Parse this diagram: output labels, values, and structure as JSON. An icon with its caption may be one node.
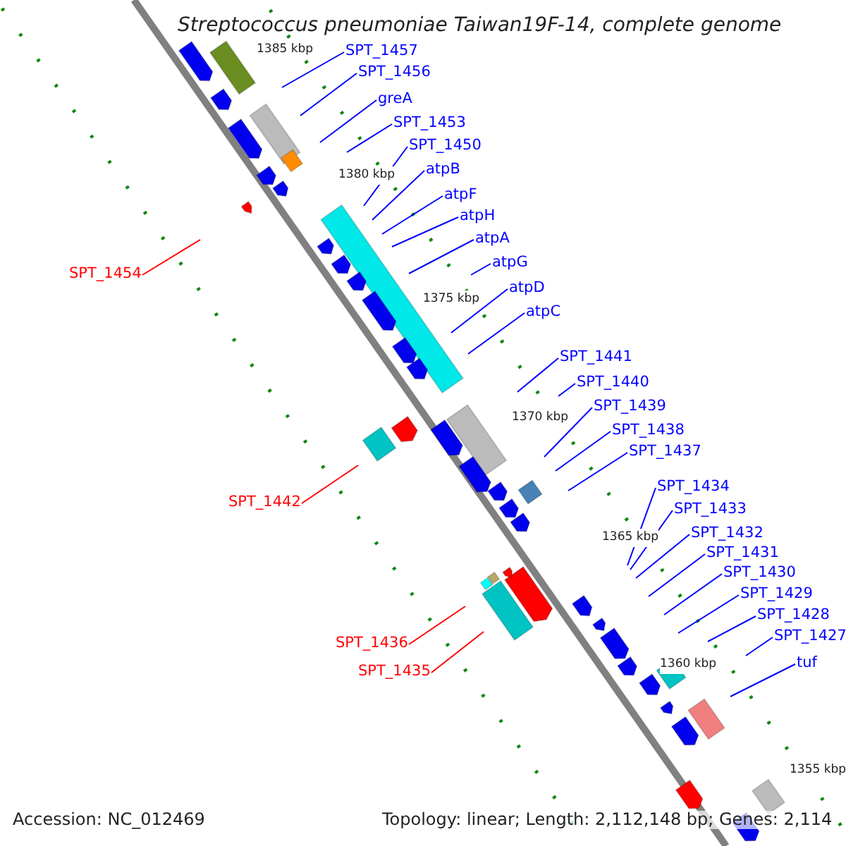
{
  "diagram": {
    "title": "Streptococcus pneumoniae Taiwan19F-14, complete genome",
    "nodes": [
      {
        "text": [
          "SPT_1457"
        ]
      },
      {
        "text": [
          "SPT_1456"
        ]
      },
      {
        "text": [
          "greA"
        ]
      },
      {
        "text": [
          "SPT_1453"
        ]
      },
      {
        "text": [
          "SPT_1450"
        ]
      },
      {
        "text": [
          "atpB"
        ]
      },
      {
        "text": [
          "atpF"
        ]
      },
      {
        "text": [
          "atpH"
        ]
      },
      {
        "text": [
          "atpA"
        ]
      },
      {
        "text": [
          "atpG"
        ]
      },
      {
        "text": [
          "SPT_1454"
        ]
      },
      {
        "text": [
          "atpD"
        ]
      },
      {
        "text": [
          "atpC"
        ]
      },
      {
        "text": [
          "SPT_1441"
        ]
      },
      {
        "text": [
          "SPT_1440"
        ]
      },
      {
        "text": [
          "SPT_1439"
        ]
      },
      {
        "text": [
          "SPT_1438"
        ]
      },
      {
        "text": [
          "SPT_1437"
        ]
      },
      {
        "text": [
          "SPT_1434"
        ]
      },
      {
        "text": [
          "SPT_1442"
        ]
      },
      {
        "text": [
          "SPT_1433"
        ]
      },
      {
        "text": [
          "SPT_1432"
        ]
      },
      {
        "text": [
          "SPT_1431"
        ]
      },
      {
        "text": [
          "SPT_1430"
        ]
      },
      {
        "text": [
          "SPT_1429"
        ]
      },
      {
        "text": [
          "SPT_1428"
        ]
      },
      {
        "text": [
          "SPT_1427"
        ]
      },
      {
        "text": [
          "SPT_1436"
        ]
      },
      {
        "text": [
          "tuf"
        ]
      },
      {
        "text": [
          "SPT_1435"
        ]
      }
    ],
    "edges": [
      {
        "from": 0,
        "to": null,
        "arrow": "none"
      },
      {
        "from": 1,
        "to": null,
        "arrow": "none"
      },
      {
        "from": 2,
        "to": null,
        "arrow": "none"
      },
      {
        "from": 3,
        "to": null,
        "arrow": "none"
      },
      {
        "from": 4,
        "to": null,
        "arrow": "none"
      },
      {
        "from": 5,
        "to": null,
        "arrow": "none"
      },
      {
        "from": 6,
        "to": null,
        "arrow": "none"
      },
      {
        "from": 7,
        "to": null,
        "arrow": "none"
      },
      {
        "from": 8,
        "to": null,
        "arrow": "none"
      },
      {
        "from": 9,
        "to": null,
        "arrow": "none"
      },
      {
        "from": 10,
        "to": null,
        "arrow": "none",
        "color": "#ff0000"
      },
      {
        "from": 11,
        "to": null,
        "arrow": "none"
      },
      {
        "from": 12,
        "to": null,
        "arrow": "none"
      },
      {
        "from": 13,
        "to": null,
        "arrow": "none"
      },
      {
        "from": 14,
        "to": null,
        "arrow": "none"
      },
      {
        "from": 15,
        "to": null,
        "arrow": "none"
      },
      {
        "from": 16,
        "to": null,
        "arrow": "none"
      },
      {
        "from": 17,
        "to": null,
        "arrow": "none"
      },
      {
        "from": 18,
        "to": null,
        "arrow": "none"
      },
      {
        "from": 19,
        "to": null,
        "arrow": "none",
        "color": "#ff0000"
      },
      {
        "from": 20,
        "to": null,
        "arrow": "none"
      },
      {
        "from": 21,
        "to": null,
        "arrow": "none"
      },
      {
        "from": 22,
        "to": null,
        "arrow": "none"
      },
      {
        "from": 23,
        "to": null,
        "arrow": "none"
      },
      {
        "from": 24,
        "to": null,
        "arrow": "none"
      },
      {
        "from": 25,
        "to": null,
        "arrow": "none"
      },
      {
        "from": 26,
        "to": null,
        "arrow": "none"
      },
      {
        "from": 27,
        "to": null,
        "arrow": "none",
        "color": "#ff0000"
      },
      {
        "from": 28,
        "to": null,
        "arrow": "none"
      },
      {
        "from": 29,
        "to": null,
        "arrow": "none",
        "color": "#ff0000"
      }
    ],
    "labels": [
      "1385 kbp",
      "1380 kbp",
      "1375 kbp",
      "1370 kbp",
      "1365 kbp",
      "1360 kbp",
      "1355 kbp",
      "Accession: NC_012469",
      "Topology: linear; Length: 2,112,148 bp; Genes: 2,114"
    ]
  }
}
